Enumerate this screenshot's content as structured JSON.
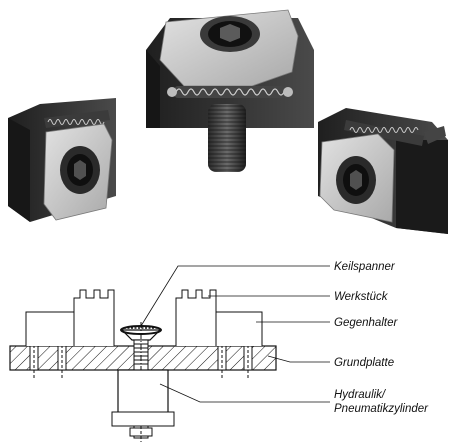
{
  "labels": {
    "keilspanner": "Keilspanner",
    "werkstueck": "Werkstück",
    "gegenhalter": "Gegenhalter",
    "grundplatte": "Grundplatte",
    "hydraulik_line1": "Hydraulik/",
    "hydraulik_line2": "Pneumatikzylinder"
  },
  "colors": {
    "steel_dark": "#2e2e2e",
    "steel_face": "#c9c9c9",
    "line": "#111111"
  }
}
